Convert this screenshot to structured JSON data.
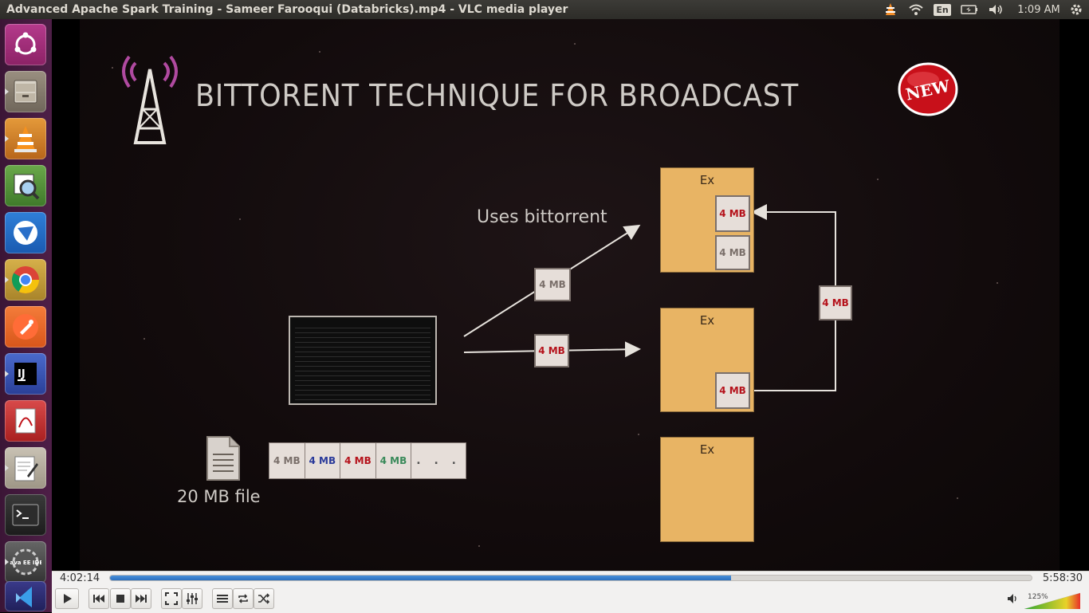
{
  "window": {
    "title": "Advanced Apache Spark Training - Sameer Farooqui (Databricks).mp4 - VLC media player"
  },
  "topbar": {
    "lang": "En",
    "clock": "1:09 AM"
  },
  "launcher": {
    "items": [
      {
        "name": "ubuntu-dash-icon"
      },
      {
        "name": "files-icon"
      },
      {
        "name": "vlc-icon"
      },
      {
        "name": "image-viewer-icon"
      },
      {
        "name": "messenger-icon"
      },
      {
        "name": "chrome-icon"
      },
      {
        "name": "postman-icon"
      },
      {
        "name": "intellij-icon"
      },
      {
        "name": "document-viewer-icon"
      },
      {
        "name": "text-editor-icon"
      },
      {
        "name": "terminal-icon"
      },
      {
        "name": "java-ee-ide-icon"
      },
      {
        "name": "visual-studio-code-icon"
      }
    ],
    "intellij_text": "IJ",
    "javaee_text": "Java EE IDE"
  },
  "slide": {
    "title": "BITTORENT TECHNIQUE FOR BROADCAST",
    "badge": "NEW",
    "uses_label": "Uses bittorrent",
    "file_label": "20 MB file",
    "executor_label": "Ex",
    "chunk_label": "4 MB",
    "dots": ". . ."
  },
  "player": {
    "time_elapsed": "4:02:14",
    "time_total": "5:58:30",
    "progress_fraction": 0.674,
    "volume_label": "125%",
    "volume_fraction": 1.25
  }
}
